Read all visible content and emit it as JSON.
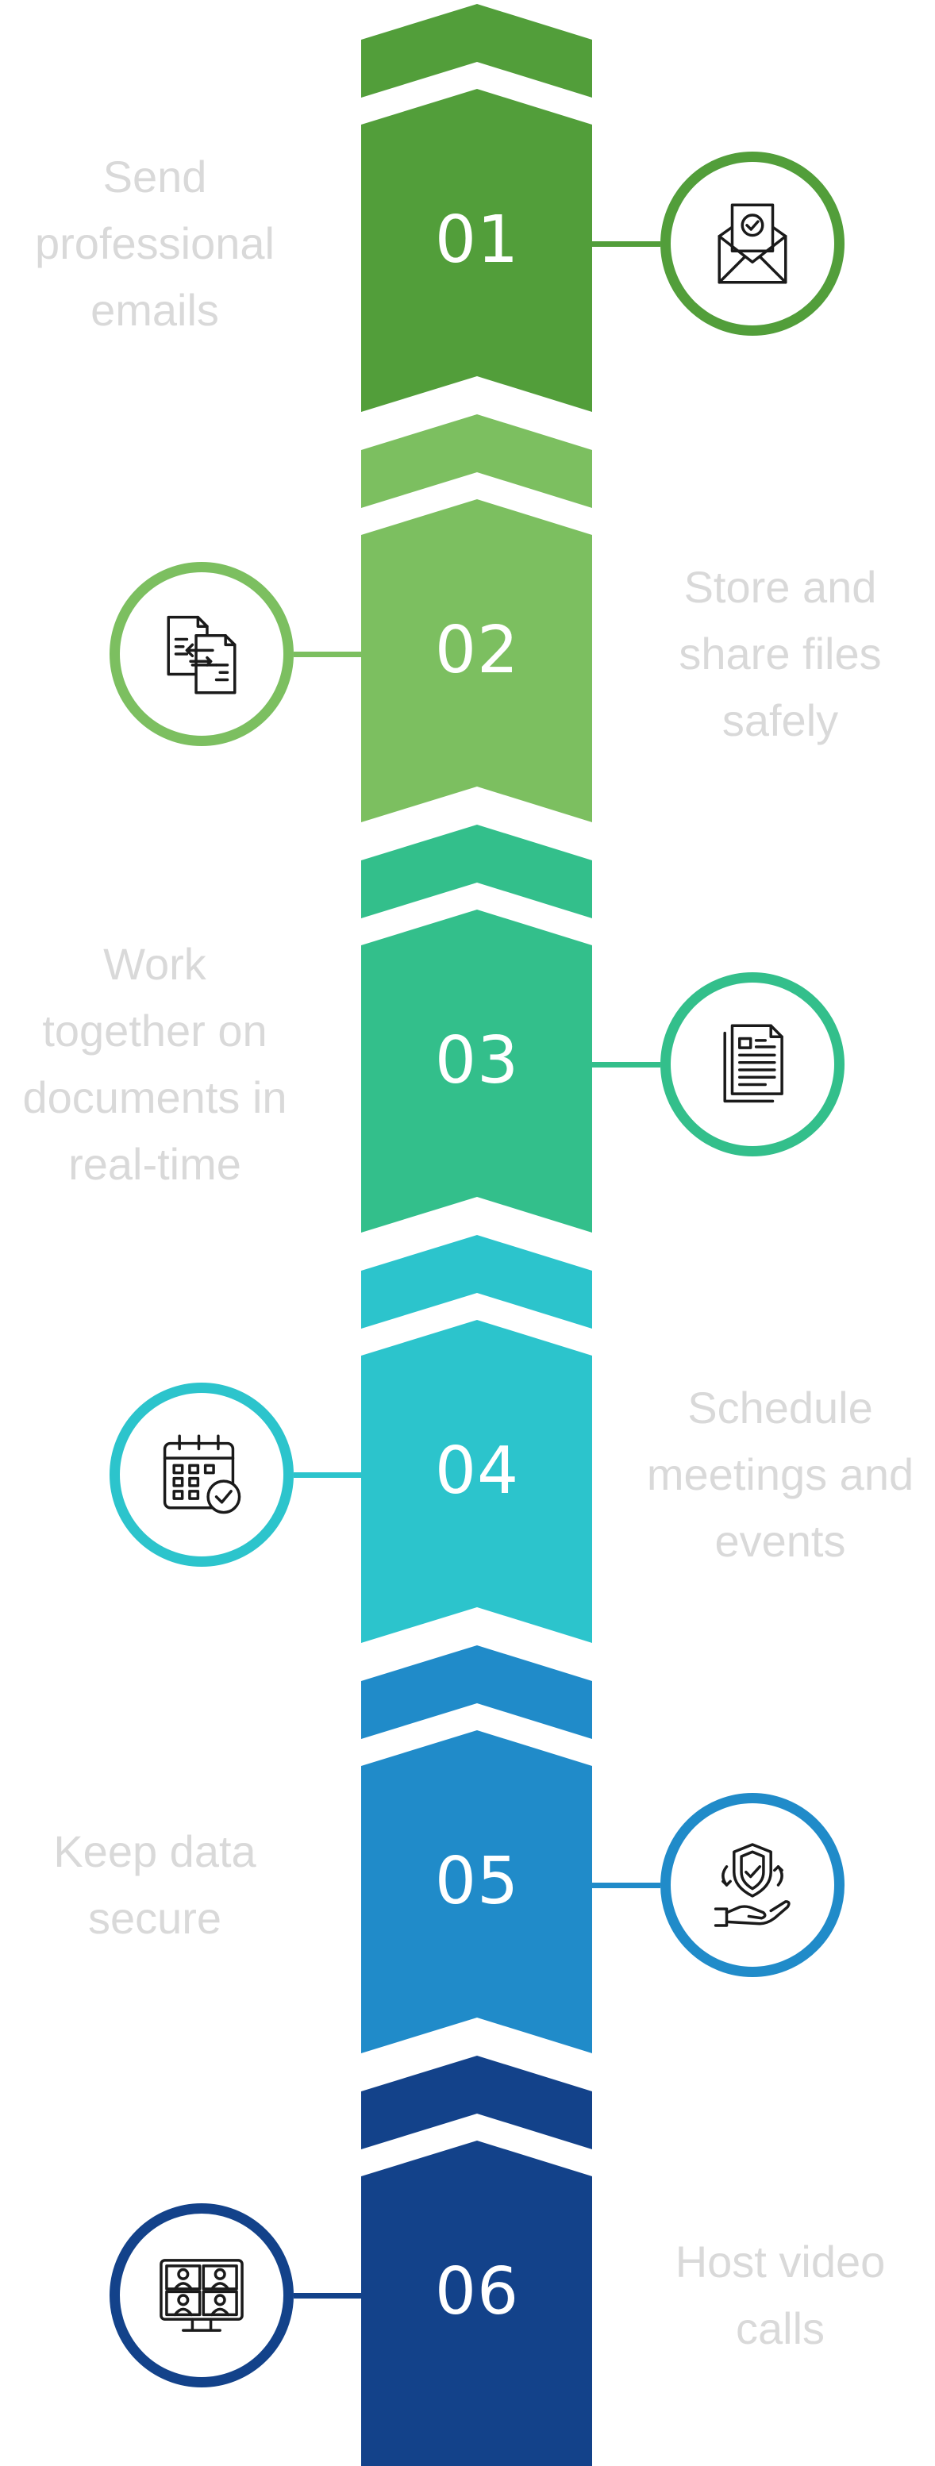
{
  "steps": [
    {
      "number": "01",
      "label": "Send\nprofessional\nemails",
      "color": "#529e3a",
      "icon": "email-check-icon"
    },
    {
      "number": "02",
      "label": "Store and\nshare files\nsafely",
      "color": "#7cbf60",
      "icon": "file-transfer-icon"
    },
    {
      "number": "03",
      "label": "Work\ntogether on\ndocuments in\nreal-time",
      "color": "#33bf8b",
      "icon": "documents-icon"
    },
    {
      "number": "04",
      "label": "Schedule\nmeetings and\nevents",
      "color": "#2cc4cc",
      "icon": "calendar-check-icon"
    },
    {
      "number": "05",
      "label": "Keep data\nsecure",
      "color": "#208bc9",
      "icon": "shield-hand-icon"
    },
    {
      "number": "06",
      "label": "Host video\ncalls",
      "color": "#13428a",
      "icon": "video-call-icon"
    }
  ],
  "colors": {
    "label_text": "#d9d9d9",
    "number_text": "#ffffff",
    "icon_stroke": "#1a1a1a"
  }
}
